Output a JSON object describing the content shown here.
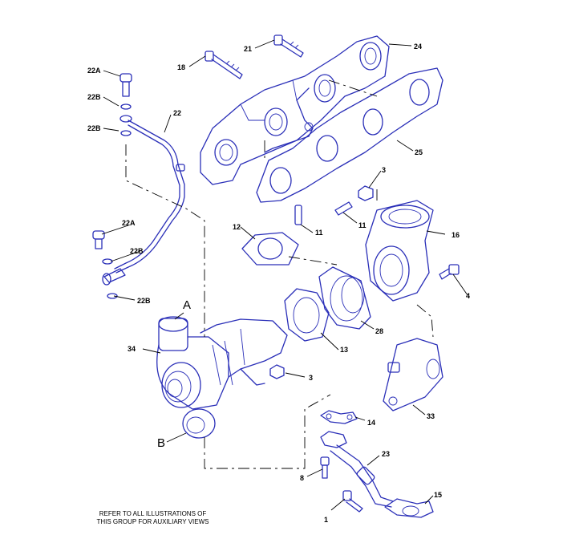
{
  "callouts": {
    "c1": "1",
    "c3a": "3",
    "c3b": "3",
    "c4": "4",
    "c8": "8",
    "c11a": "11",
    "c11b": "11",
    "c12": "12",
    "c13": "13",
    "c14": "14",
    "c15": "15",
    "c16": "16",
    "c18": "18",
    "c21": "21",
    "c22": "22",
    "c22a_top": "22A",
    "c22b_top1": "22B",
    "c22b_top2": "22B",
    "c22a_low": "22A",
    "c22b_low1": "22B",
    "c22b_low2": "22B",
    "c23": "23",
    "c24": "24",
    "c25": "25",
    "c28": "28",
    "c33": "33",
    "c34": "34"
  },
  "view_labels": {
    "a": "A",
    "b": "B"
  },
  "note": {
    "line1": "REFER TO ALL ILLUSTRATIONS OF",
    "line2": "THIS GROUP FOR AUXILIARY VIEWS"
  },
  "colors": {
    "part_stroke": "#2a2fb8",
    "leader": "#000000"
  }
}
